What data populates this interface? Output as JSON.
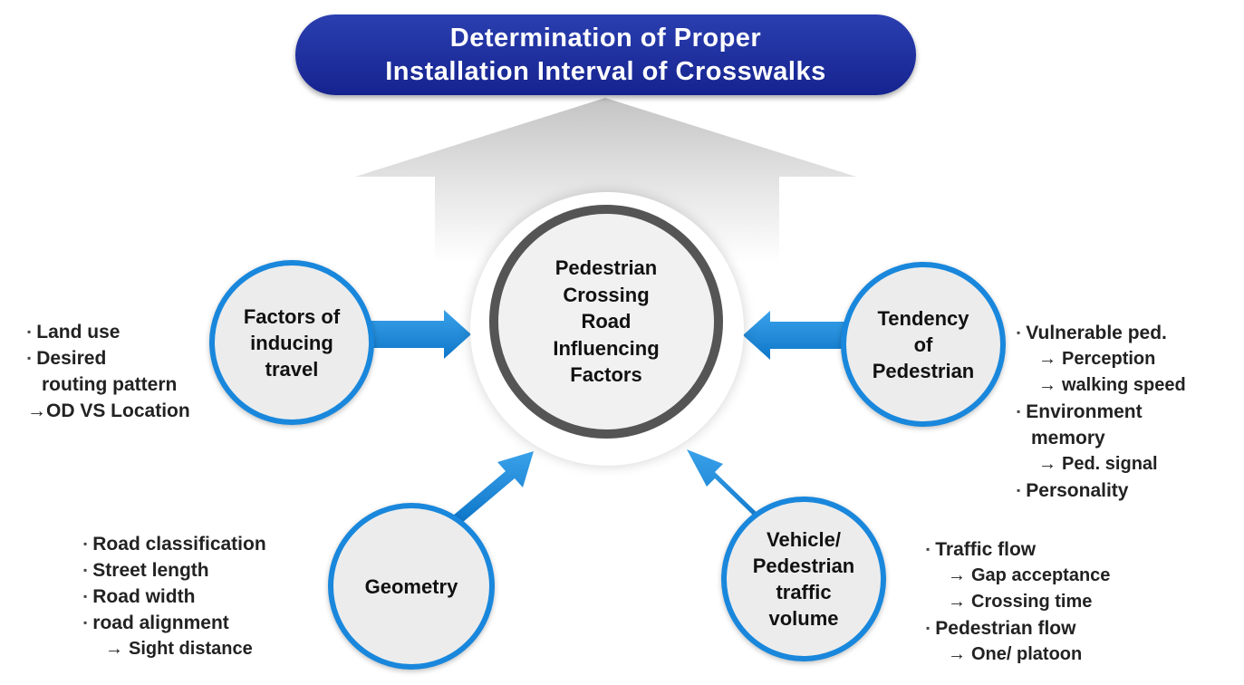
{
  "title": {
    "line1": "Determination of Proper",
    "line2": "Installation Interval of Crosswalks"
  },
  "center": {
    "lines": [
      "Pedestrian",
      "Crossing",
      "Road",
      "Influencing",
      "Factors"
    ]
  },
  "factors": [
    {
      "id": "inducing",
      "lines": [
        "Factors of",
        "inducing",
        "travel"
      ],
      "items": [
        {
          "kind": "bullet",
          "text": "Land use"
        },
        {
          "kind": "bullet",
          "text": "Desired"
        },
        {
          "kind": "cont",
          "text": "routing pattern"
        },
        {
          "kind": "arrow-tight",
          "text": "OD VS Location"
        }
      ]
    },
    {
      "id": "tendency",
      "lines": [
        "Tendency",
        "of",
        "Pedestrian"
      ],
      "items": [
        {
          "kind": "bullet",
          "text": "Vulnerable ped."
        },
        {
          "kind": "arrow",
          "text": "Perception"
        },
        {
          "kind": "arrow",
          "text": "walking speed"
        },
        {
          "kind": "bullet",
          "text": "Environment"
        },
        {
          "kind": "cont",
          "text": "memory"
        },
        {
          "kind": "arrow",
          "text": "Ped. signal"
        },
        {
          "kind": "bullet",
          "text": "Personality"
        }
      ]
    },
    {
      "id": "geometry",
      "lines": [
        "Geometry"
      ],
      "items": [
        {
          "kind": "bullet",
          "text": "Road classification"
        },
        {
          "kind": "bullet",
          "text": "Street length"
        },
        {
          "kind": "bullet",
          "text": "Road width"
        },
        {
          "kind": "bullet",
          "text": "road alignment"
        },
        {
          "kind": "arrow",
          "text": "Sight distance"
        }
      ]
    },
    {
      "id": "volume",
      "lines": [
        "Vehicle/",
        "Pedestrian",
        "traffic",
        "volume"
      ],
      "items": [
        {
          "kind": "bullet",
          "text": "Traffic flow"
        },
        {
          "kind": "arrow",
          "text": "Gap acceptance"
        },
        {
          "kind": "arrow",
          "text": "Crossing time"
        },
        {
          "kind": "bullet",
          "text": "Pedestrian flow"
        },
        {
          "kind": "arrow",
          "text": "One/ platoon"
        }
      ]
    }
  ],
  "symbols": {
    "bullet": "▪",
    "arrow": "→"
  },
  "colors": {
    "title_bg": "#1a2a9c",
    "accent": "#1987dc",
    "center_ring": "#555555",
    "circle_fill": "#ececec"
  }
}
